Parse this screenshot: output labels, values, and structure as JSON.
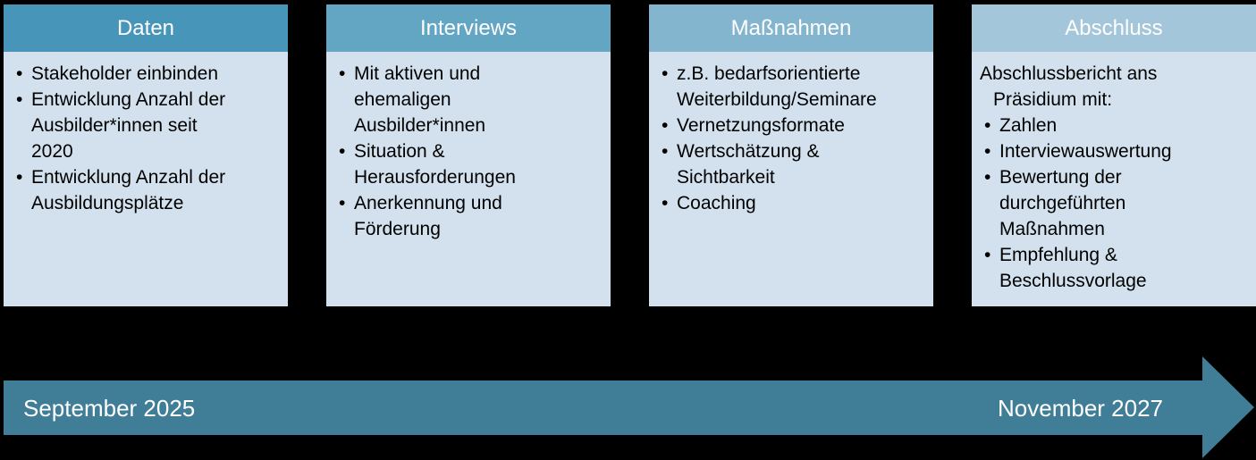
{
  "colors": {
    "background": "#000000",
    "body_bg": "#D2E1ED",
    "body_text": "#000000",
    "header_text": "#FFFFFF",
    "timeline_bg": "#3F7E96",
    "timeline_text": "#FFFFFF"
  },
  "columns": [
    {
      "title": "Daten",
      "header_color": "#4796BA",
      "items": [
        {
          "bullet": true,
          "lines": [
            "Stakeholder einbinden"
          ]
        },
        {
          "bullet": true,
          "lines": [
            "Entwicklung Anzahl der",
            "Ausbilder*innen seit",
            "2020"
          ]
        },
        {
          "bullet": true,
          "lines": [
            "Entwicklung Anzahl der",
            "Ausbildungsplätze"
          ]
        }
      ]
    },
    {
      "title": "Interviews",
      "header_color": "#62A6C3",
      "items": [
        {
          "bullet": true,
          "lines": [
            "Mit aktiven und",
            "ehemaligen",
            "Ausbilder*innen"
          ]
        },
        {
          "bullet": true,
          "lines": [
            "Situation &",
            "Herausforderungen"
          ]
        },
        {
          "bullet": true,
          "lines": [
            "Anerkennung und",
            "Förderung"
          ]
        }
      ]
    },
    {
      "title": "Maßnahmen",
      "header_color": "#84B5CF",
      "items": [
        {
          "bullet": true,
          "lines": [
            "z.B. bedarfsorientierte",
            "Weiterbildung/Seminare"
          ]
        },
        {
          "bullet": true,
          "lines": [
            "Vernetzungsformate"
          ]
        },
        {
          "bullet": true,
          "lines": [
            "Wertschätzung &",
            "Sichtbarkeit"
          ]
        },
        {
          "bullet": true,
          "lines": [
            "Coaching"
          ]
        }
      ]
    },
    {
      "title": "Abschluss",
      "header_color": "#A4C6DA",
      "items": [
        {
          "bullet": false,
          "lines": [
            "Abschlussbericht ans",
            "Präsidium mit:"
          ]
        },
        {
          "bullet": true,
          "lines": [
            "Zahlen"
          ]
        },
        {
          "bullet": true,
          "lines": [
            "Interviewauswertung"
          ]
        },
        {
          "bullet": true,
          "lines": [
            "Bewertung der",
            "durchgeführten",
            "Maßnahmen"
          ]
        },
        {
          "bullet": true,
          "lines": [
            "Empfehlung &",
            "Beschlussvorlage"
          ]
        }
      ]
    }
  ],
  "timeline": {
    "start_label": "September 2025",
    "end_label": "November 2027"
  }
}
